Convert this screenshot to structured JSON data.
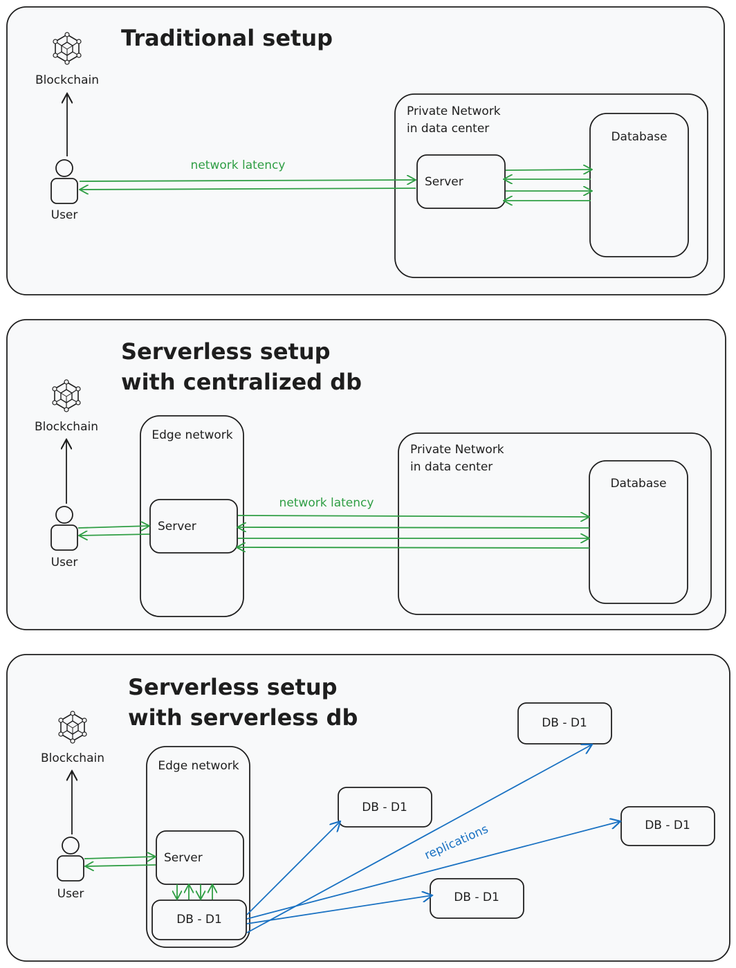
{
  "panels": [
    {
      "title_lines": [
        "Traditional setup"
      ],
      "blockchain_label": "Blockchain",
      "user_label": "User",
      "private_network_lines": [
        "Private Network",
        "in data center"
      ],
      "server_label": "Server",
      "database_label": "Database",
      "latency_label": "network latency"
    },
    {
      "title_lines": [
        "Serverless setup",
        "with centralized db"
      ],
      "blockchain_label": "Blockchain",
      "user_label": "User",
      "edge_label": "Edge network",
      "server_label": "Server",
      "private_network_lines": [
        "Private Network",
        "in data center"
      ],
      "database_label": "Database",
      "latency_label": "network latency"
    },
    {
      "title_lines": [
        "Serverless setup",
        "with serverless db"
      ],
      "blockchain_label": "Blockchain",
      "user_label": "User",
      "edge_label": "Edge network",
      "server_label": "Server",
      "edge_db_label": "DB - D1",
      "replica_labels": [
        "DB - D1",
        "DB - D1",
        "DB - D1",
        "DB - D1"
      ],
      "replication_label": "replications"
    }
  ],
  "colors": {
    "panel_bg": "#f8f9fa",
    "stroke": "#1e1e1e",
    "latency_arrow": "#2f9e44",
    "replication_arrow": "#1971c2"
  },
  "icons": [
    "blockchain-cube-icon",
    "user-icon"
  ]
}
